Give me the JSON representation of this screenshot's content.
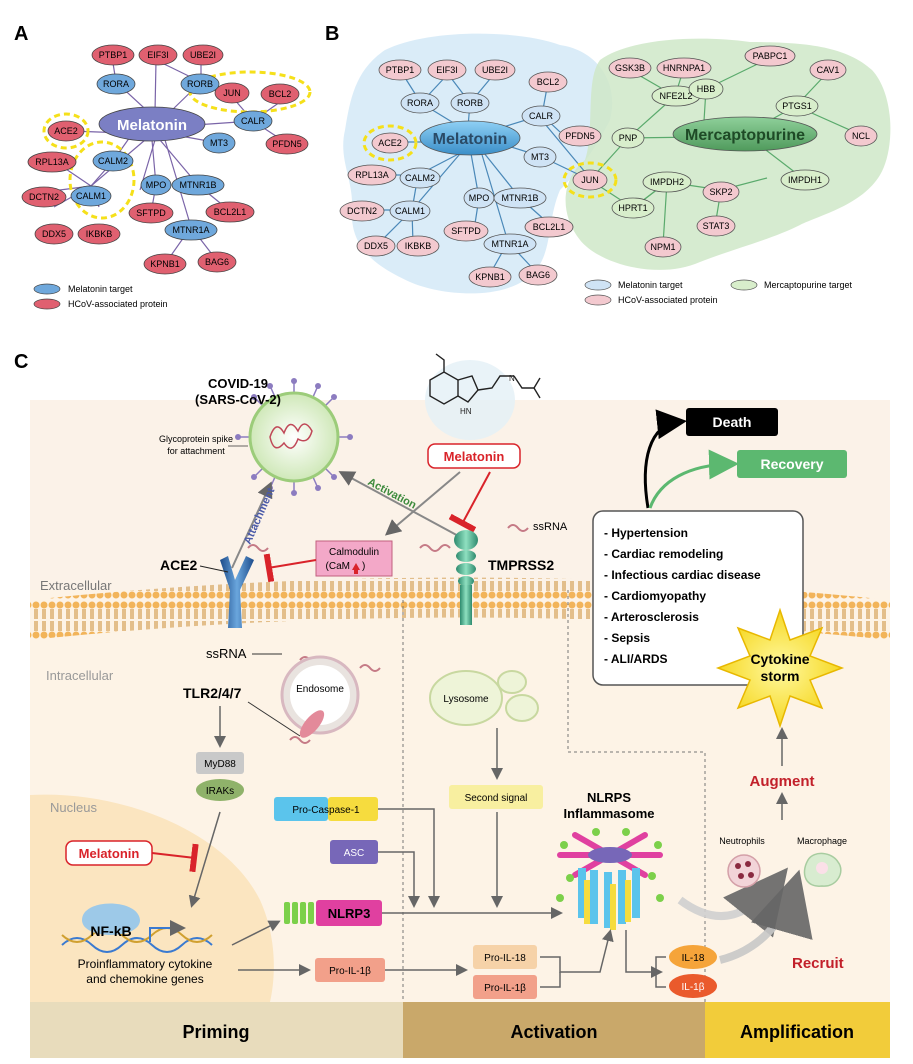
{
  "panel_letters": {
    "a": "A",
    "b": "B",
    "c": "C"
  },
  "panel_a": {
    "center": "Melatonin",
    "legend": {
      "target": "Melatonin target",
      "hcov": "HCoV-associated protein"
    },
    "colors": {
      "target": "#6fa8dc",
      "hcov": "#e06070",
      "center": "#7b7fc4"
    },
    "nodes": {
      "ptbp1": "PTBP1",
      "eif3i": "EIF3I",
      "ube2i": "UBE2I",
      "rora": "RORA",
      "rorb": "RORB",
      "jun": "JUN",
      "bcl2": "BCL2",
      "calr": "CALR",
      "pfdn5": "PFDN5",
      "mt3": "MT3",
      "ace2": "ACE2",
      "calm2": "CALM2",
      "rpl13a": "RPL13A",
      "calm1": "CALM1",
      "dctn2": "DCTN2",
      "mpo": "MPO",
      "mtnr1b": "MTNR1B",
      "bcl2l1": "BCL2L1",
      "sftpd": "SFTPD",
      "ddx5": "DDX5",
      "ikbkb": "IKBKB",
      "mtnr1a": "MTNR1A",
      "kpnb1": "KPNB1",
      "bag6": "BAG6"
    }
  },
  "panel_b": {
    "center1": "Melatonin",
    "center2": "Mercaptopurine",
    "legend": {
      "mel": "Melatonin target",
      "hcov": "HCoV-associated protein",
      "merc": "Mercaptopurine target"
    },
    "nodes": {
      "ptbp1": "PTBP1",
      "eif3i": "EIF3I",
      "ube2i": "UBE2I",
      "rora": "RORA",
      "rorb": "RORB",
      "bcl2": "BCL2",
      "calr": "CALR",
      "pfdn5": "PFDN5",
      "ace2": "ACE2",
      "mt3": "MT3",
      "rpl13a": "RPL13A",
      "calm2": "CALM2",
      "calm1": "CALM1",
      "dctn2": "DCTN2",
      "mpo": "MPO",
      "mtnr1b": "MTNR1B",
      "bcl2l1": "BCL2L1",
      "ddx5": "DDX5",
      "ikbkb": "IKBKB",
      "sftpd": "SFTPD",
      "mtnr1a": "MTNR1A",
      "kpnb1": "KPNB1",
      "bag6": "BAG6",
      "jun": "JUN",
      "gsk3b": "GSK3B",
      "hnrnpa1": "HNRNPA1",
      "pabpc1": "PABPC1",
      "cav1": "CAV1",
      "nfe2l2": "NFE2L2",
      "hbb": "HBB",
      "ptgs1": "PTGS1",
      "pnp": "PNP",
      "ncl": "NCL",
      "impdh2": "IMPDH2",
      "skp2": "SKP2",
      "impdh1": "IMPDH1",
      "hprt1": "HPRT1",
      "stat3": "STAT3",
      "npm1": "NPM1"
    }
  },
  "panel_c": {
    "virus_title1": "COVID-19",
    "virus_title2": "(SARS-CoV-2)",
    "spike_label1": "Glycoprotein spike",
    "spike_label2": "for attachment",
    "attachment": "Attachment",
    "activation": "Activation",
    "melatonin_top": "Melatonin",
    "ssrna_right": "ssRNA",
    "calmodulin1": "Calmodulin",
    "calmodulin2": "(CaM",
    "calmodulin_close": ")",
    "ace2": "ACE2",
    "tmprss2": "TMPRSS2",
    "extracellular": "Extracellular",
    "intracellular": "Intracellular",
    "ssrna_left": "ssRNA",
    "endosome": "Endosome",
    "tlr": "TLR2/4/7",
    "myd88": "MyD88",
    "iraks": "IRAKs",
    "nucleus": "Nucleus",
    "melatonin_left": "Melatonin",
    "nfkb": "NF-kB",
    "genes1": "Proinflammatory cytokine",
    "genes2": "and chemokine genes",
    "pro_caspase": "Pro-Caspase-1",
    "asc": "ASC",
    "nlrp3": "NLRP3",
    "pro_il1b_left": "Pro-IL-1β",
    "lysosome": "Lysosome",
    "second_signal": "Second signal",
    "inflammasome1": "NLRPS",
    "inflammasome2": "Inflammasome",
    "pro_il18": "Pro-IL-18",
    "pro_il1b": "Pro-IL-1β",
    "il18": "IL-18",
    "il1b": "IL-1β",
    "death": "Death",
    "recovery": "Recovery",
    "diseases": [
      "- Hypertension",
      "- Cardiac remodeling",
      "- Infectious cardiac disease",
      "- Cardiomyopathy",
      "- Arterosclerosis",
      "- Sepsis",
      "- ALI/ARDS"
    ],
    "storm1": "Cytokine",
    "storm2": "storm",
    "augment": "Augment",
    "neutrophils": "Neutrophils",
    "macrophage": "Macrophage",
    "recruit": "Recruit",
    "phases": {
      "priming": "Priming",
      "activation": "Activation",
      "amplification": "Amplification"
    }
  }
}
